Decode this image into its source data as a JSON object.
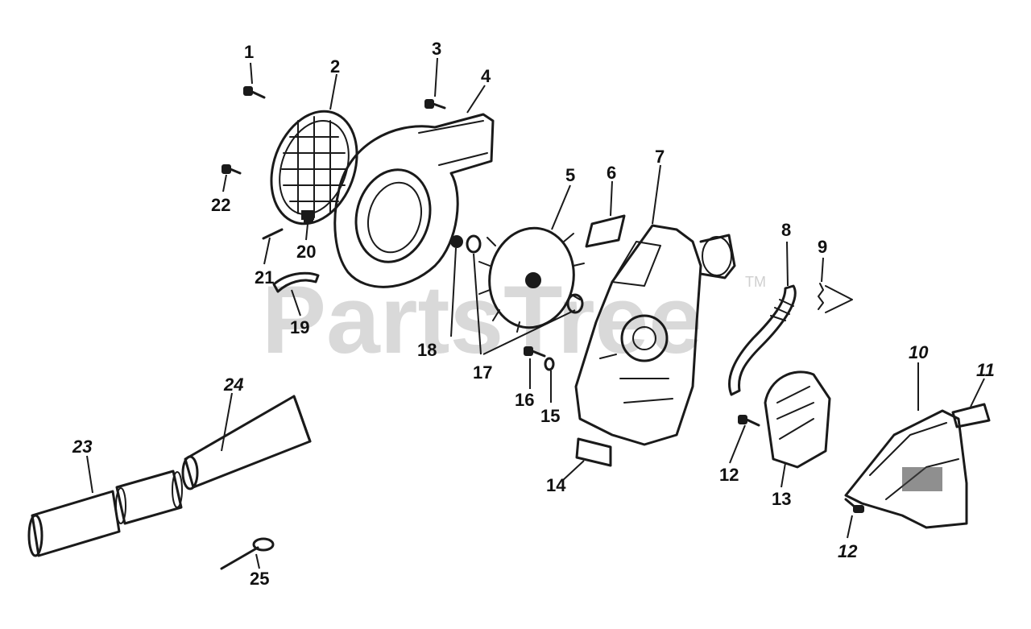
{
  "watermark": {
    "text": "PartsTree",
    "trademark": "TM"
  },
  "callouts": {
    "n1": "1",
    "n2": "2",
    "n3": "3",
    "n4": "4",
    "n5": "5",
    "n6": "6",
    "n7": "7",
    "n8": "8",
    "n9": "9",
    "n10": "10",
    "n11": "11",
    "n12a": "12",
    "n12b": "12",
    "n13": "13",
    "n14": "14",
    "n15": "15",
    "n16": "16",
    "n17": "17",
    "n18": "18",
    "n19": "19",
    "n20": "20",
    "n21": "21",
    "n22": "22",
    "n23": "23",
    "n24": "24",
    "n25": "25"
  }
}
